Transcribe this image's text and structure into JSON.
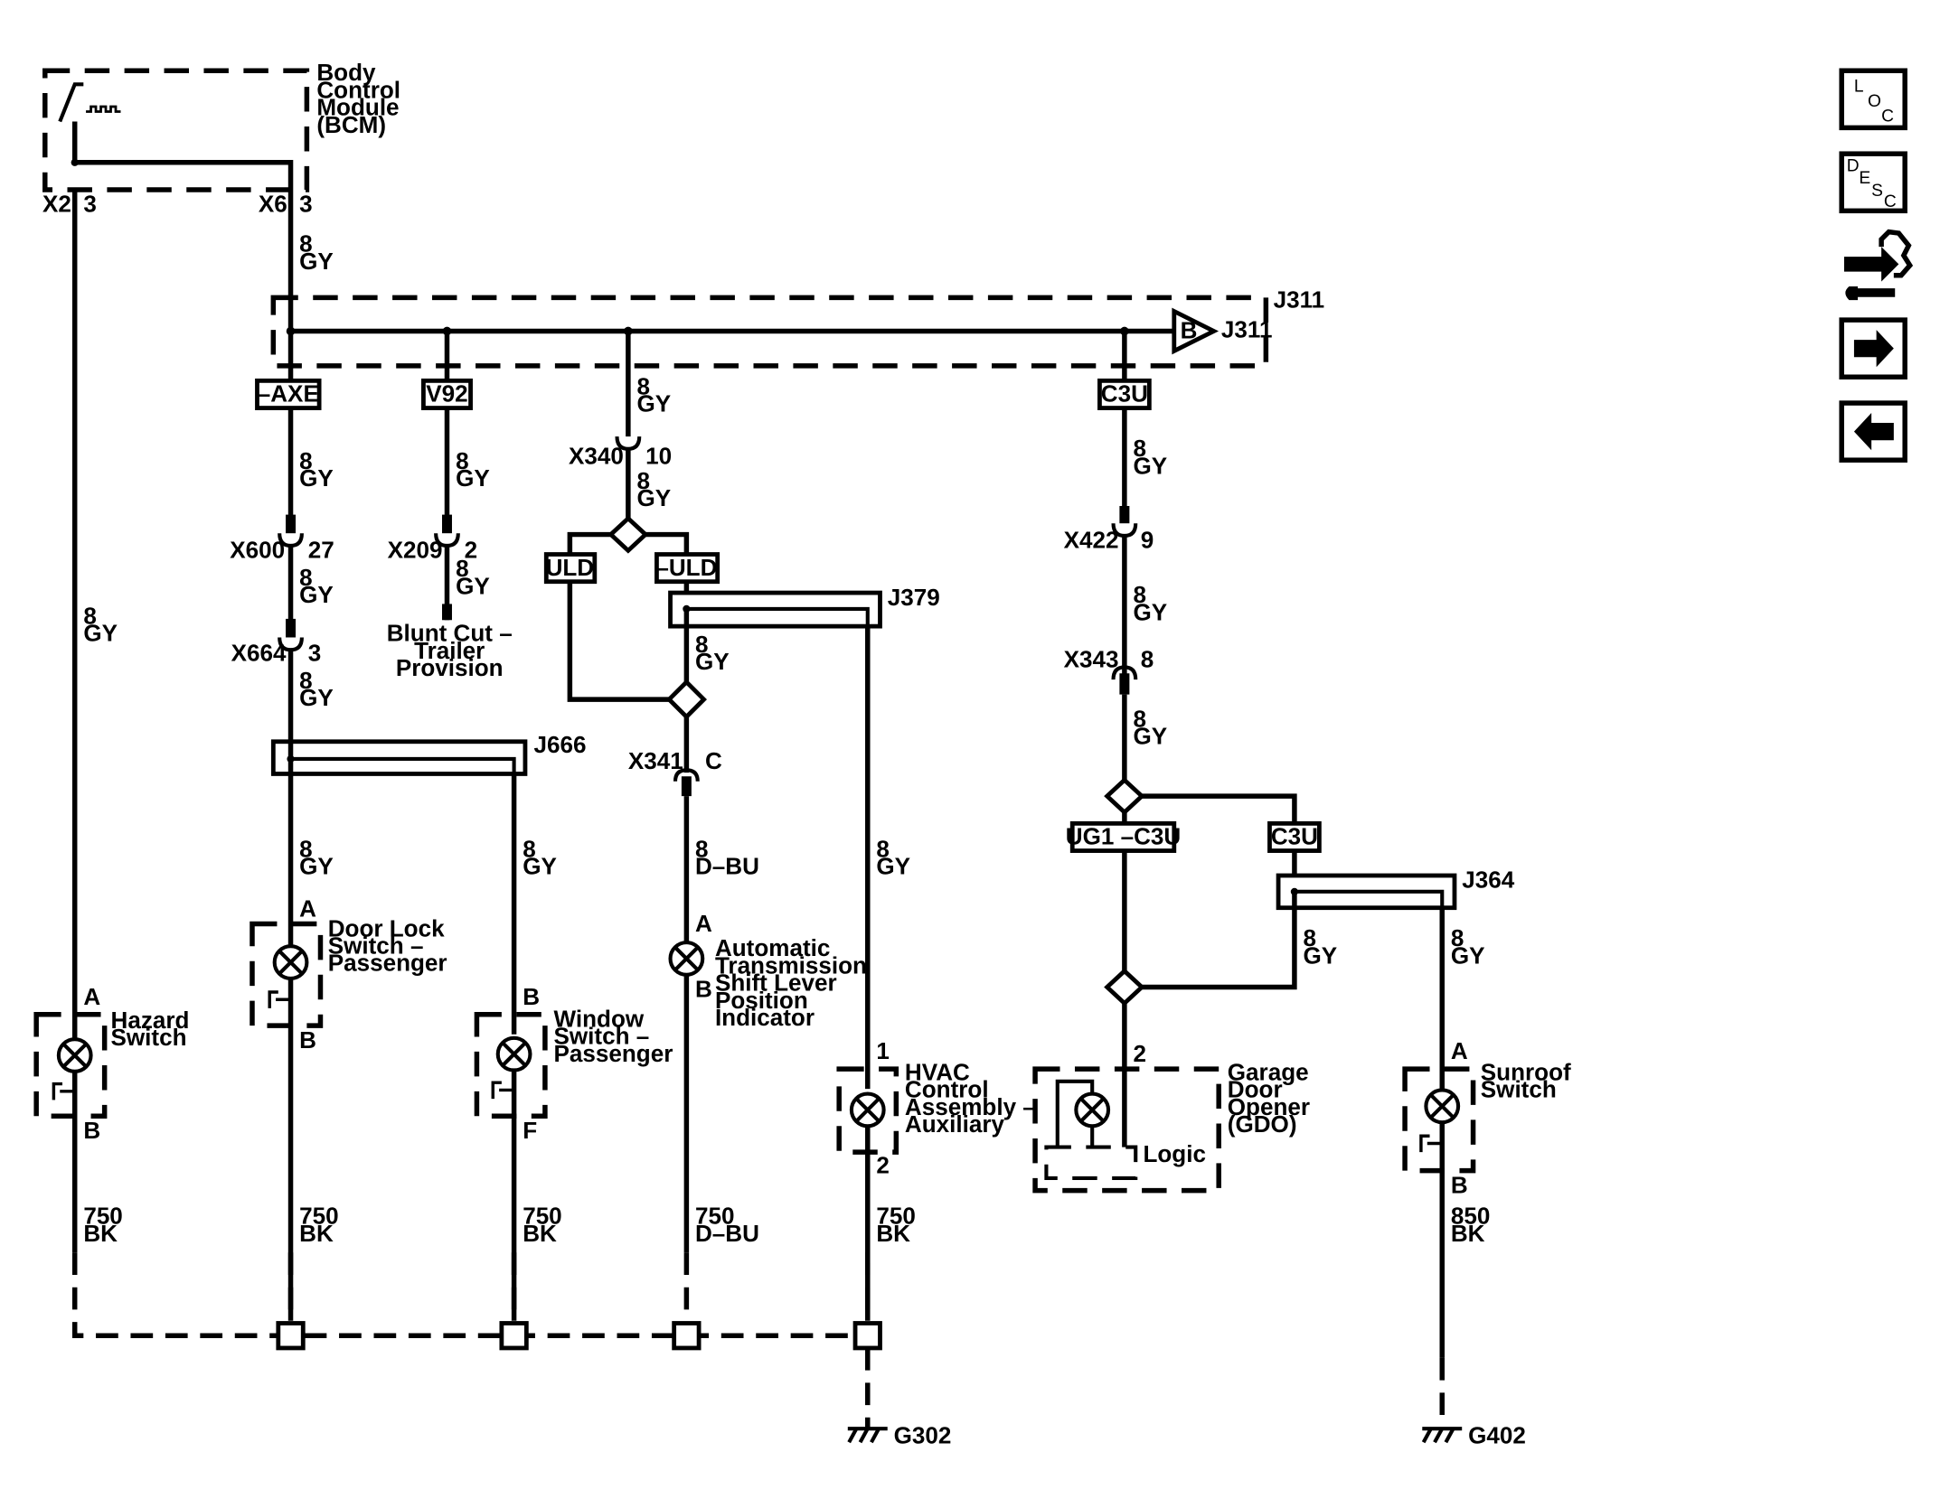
{
  "modules": {
    "bcm": [
      "Body",
      "Control",
      "Module",
      "(BCM)"
    ]
  },
  "connectors": {
    "bcm_x2": "X2",
    "bcm_x2_pin": "3",
    "bcm_x6": "X6",
    "bcm_x6_pin": "3",
    "x340": "X340",
    "x340_pin": "10",
    "x600": "X600",
    "x600_pin": "27",
    "x209": "X209",
    "x209_pin": "2",
    "x664": "X664",
    "x664_pin": "3",
    "x341": "X341",
    "x341_pin": "C",
    "x422": "X422",
    "x422_pin": "9",
    "x343": "X343",
    "x343_pin": "8"
  },
  "splices": {
    "j311": "J311",
    "j311_ref": "J311",
    "j311_arrow": "B",
    "j379": "J379",
    "j666": "J666",
    "j364": "J364"
  },
  "options": {
    "axe": "–AXE",
    "v92": "V92",
    "c3u_top": "C3U",
    "uld": "ULD",
    "not_uld": "–ULD",
    "ug1_c3u": "UG1 –C3U",
    "c3u_right": "C3U"
  },
  "wires": {
    "gauge": "8",
    "gauge_ground_750": "750",
    "gauge_ground_850": "850",
    "gy": "GY",
    "dbu": "D–BU",
    "bk": "BK"
  },
  "devices": {
    "hazard": [
      "Hazard",
      "Switch"
    ],
    "door_lock": [
      "Door Lock",
      "Switch –",
      "Passenger"
    ],
    "window": [
      "Window",
      "Switch –",
      "Passenger"
    ],
    "trans": [
      "Automatic",
      "Transmission",
      "Shift Lever",
      "Position",
      "Indicator"
    ],
    "hvac": [
      "HVAC",
      "Control",
      "Assembly –",
      "Auxiliary"
    ],
    "gdo": [
      "Garage",
      "Door",
      "Opener",
      "(GDO)"
    ],
    "gdo_logic": "Logic",
    "sunroof": [
      "Sunroof",
      "Switch"
    ],
    "blunt_cut": [
      "Blunt Cut –",
      "Trailer",
      "Provision"
    ]
  },
  "pins": {
    "a": "A",
    "b": "B",
    "f": "F",
    "one": "1",
    "two": "2"
  },
  "grounds": {
    "g302": "G302",
    "g402": "G402"
  },
  "nav": {
    "loc": [
      "L",
      "O",
      "C"
    ],
    "desc": [
      "D",
      "E",
      "S",
      "C"
    ],
    "next_arrow": "→",
    "prev_arrow": "←"
  }
}
